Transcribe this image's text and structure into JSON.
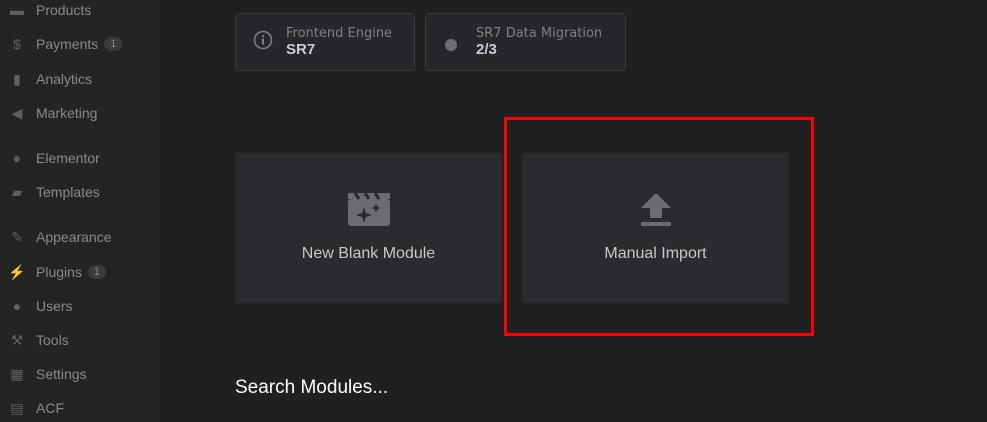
{
  "sidebar": {
    "items": [
      {
        "label": "Products",
        "icon": "archive-icon"
      },
      {
        "label": "Payments",
        "icon": "dollar-icon",
        "badge": "1"
      },
      {
        "label": "Analytics",
        "icon": "bar-chart-icon"
      },
      {
        "label": "Marketing",
        "icon": "megaphone-icon"
      },
      {
        "label": "Elementor",
        "icon": "elementor-icon"
      },
      {
        "label": "Templates",
        "icon": "folder-icon"
      },
      {
        "label": "Appearance",
        "icon": "paintbrush-icon"
      },
      {
        "label": "Plugins",
        "icon": "plug-icon",
        "badge": "1"
      },
      {
        "label": "Users",
        "icon": "user-icon"
      },
      {
        "label": "Tools",
        "icon": "wrench-icon"
      },
      {
        "label": "Settings",
        "icon": "sliders-icon"
      },
      {
        "label": "ACF",
        "icon": "table-icon"
      }
    ]
  },
  "status": {
    "engine": {
      "label": "Frontend Engine",
      "value": "SR7"
    },
    "migration": {
      "label": "SR7 Data Migration",
      "value": "2/3"
    }
  },
  "actions": {
    "new_blank": "New Blank Module",
    "manual_import": "Manual Import"
  },
  "search": {
    "heading": "Search Modules..."
  },
  "colors": {
    "highlight": "#ff0000"
  }
}
